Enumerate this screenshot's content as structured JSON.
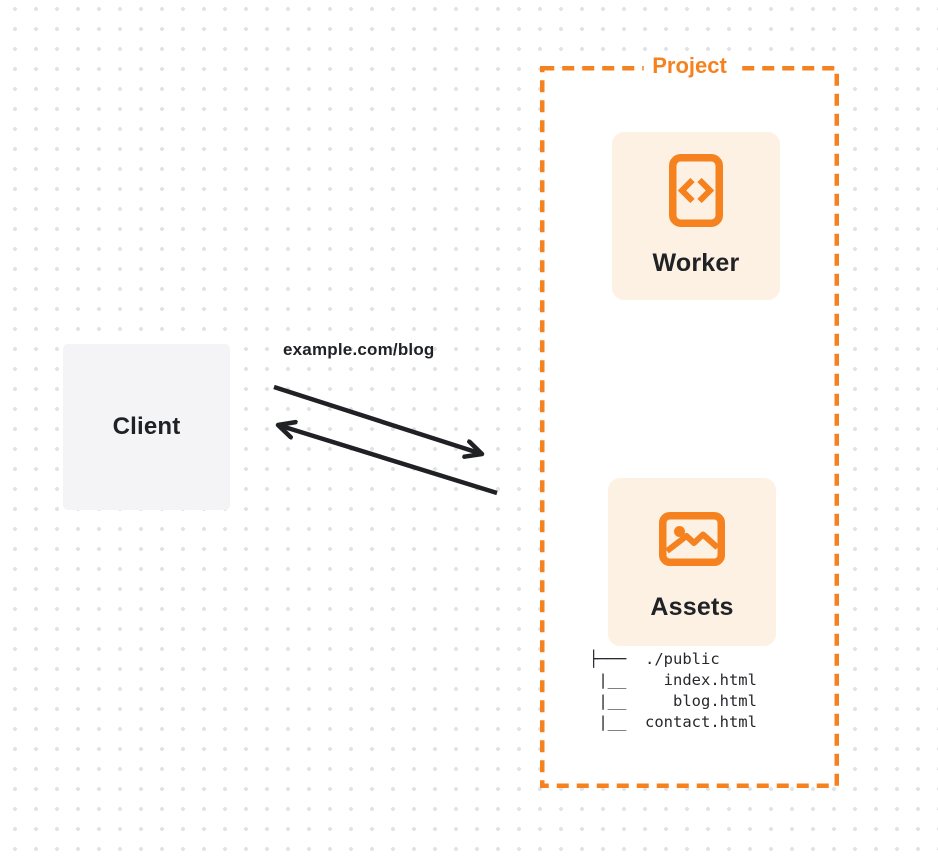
{
  "colors": {
    "brand_orange": "#F6821F",
    "card_bg": "#FCF1E3",
    "client_bg": "#F4F4F6",
    "line_dark": "#202124",
    "dot_grid": "#E3E3E6"
  },
  "client": {
    "label": "Client"
  },
  "request": {
    "url_label": "example.com/blog"
  },
  "project": {
    "label": "Project",
    "worker": {
      "label": "Worker",
      "icon": "code-icon"
    },
    "assets": {
      "label": "Assets",
      "icon": "image-icon",
      "file_tree": "├───  ./public\n |__    index.html\n |__     blog.html\n |__  contact.html"
    }
  }
}
